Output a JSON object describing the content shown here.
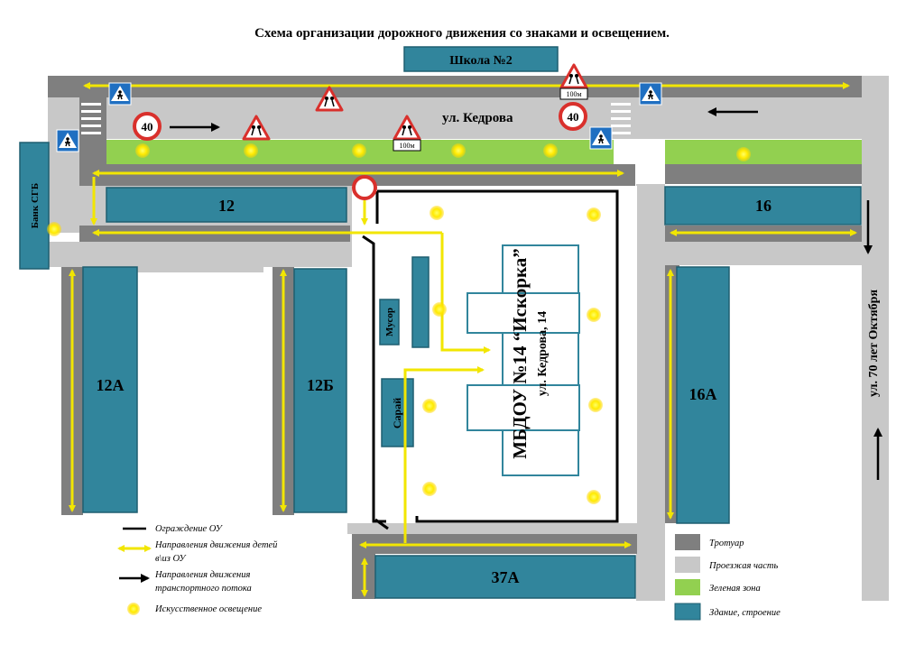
{
  "title": "Схема организации дорожного движения со знаками и освещением.",
  "buildings": {
    "school": "Школа №2",
    "bank": "Банк СГБ",
    "b12": "12",
    "b16": "16",
    "b12a": "12А",
    "b12b": "12Б",
    "b16a": "16А",
    "b37a": "37А",
    "trash": "Мусор",
    "shed": "Сарай"
  },
  "streets": {
    "kedrova": "ул. Кедрова",
    "oktyabrya": "ул. 70 лет Октября"
  },
  "kindergarten": {
    "name": "МБДОУ №14 “Искорка”",
    "address": "ул. Кедрова, 14"
  },
  "signs": {
    "speed_limit": "40",
    "distance_plate": "100м"
  },
  "legend_left": [
    {
      "label": "Ограждение ОУ"
    },
    {
      "label": "Направления движения детей",
      "label2": "в\\из ОУ"
    },
    {
      "label": "Направления движения",
      "label2": "транспортного потока"
    },
    {
      "label": "Искусственное освещение"
    }
  ],
  "legend_right": [
    {
      "label": "Тротуар",
      "color": "#7f7f7f"
    },
    {
      "label": "Проезжая часть",
      "color": "#c8c8c8"
    },
    {
      "label": "Зеленая зона",
      "color": "#92d050"
    },
    {
      "label": "Здание, строение",
      "color": "#31859c"
    }
  ],
  "colors": {
    "sidewalk": "#7f7f7f",
    "road": "#c8c8c8",
    "green": "#92d050",
    "building": "#31859c",
    "children_path": "#f2e600",
    "light": "#ffff00"
  }
}
